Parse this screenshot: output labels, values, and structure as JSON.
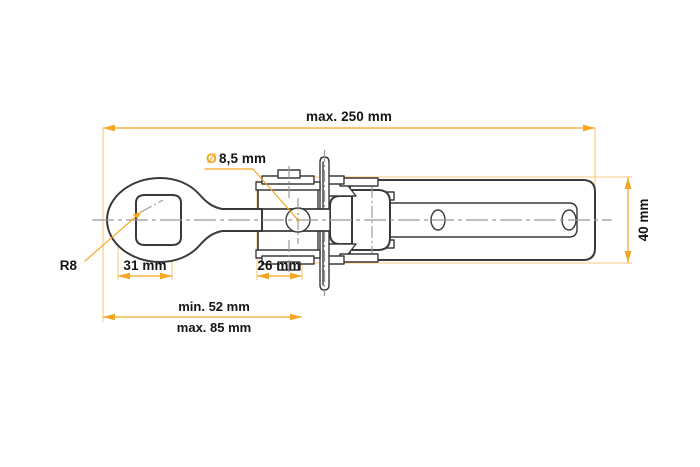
{
  "drawing": {
    "type": "technical-dimensioned-drawing",
    "subject": "adjustable drawbar / tow eye bracket assembly",
    "background_color": "#ffffff",
    "line_color": "#3a3a3a",
    "centerline_color": "#9a9a9a",
    "dimension_color": "#f5a623",
    "text_color": "#151515",
    "units": "mm"
  },
  "dimensions": {
    "overall_length": {
      "label": "max. 250 mm",
      "value": 250,
      "qualifier": "max.",
      "unit": "mm",
      "orientation": "horizontal",
      "position": "top"
    },
    "hole_diameter": {
      "symbol": "Ø",
      "label": "8,5 mm",
      "value": 8.5,
      "unit": "mm",
      "orientation": "leader",
      "position": "upper-middle"
    },
    "height": {
      "label": "40 mm",
      "value": 40,
      "unit": "mm",
      "orientation": "vertical",
      "position": "right"
    },
    "eye_width": {
      "label": "31 mm",
      "value": 31,
      "unit": "mm",
      "orientation": "horizontal",
      "position": "bottom-left"
    },
    "bracket_width": {
      "label": "26 mm",
      "value": 26,
      "unit": "mm",
      "orientation": "horizontal",
      "position": "bottom-middle"
    },
    "reach_min": {
      "label": "min. 52 mm",
      "value": 52,
      "qualifier": "min.",
      "unit": "mm",
      "orientation": "horizontal",
      "position": "bottom"
    },
    "reach_max": {
      "label": "max. 85 mm",
      "value": 85,
      "qualifier": "max.",
      "unit": "mm",
      "orientation": "horizontal",
      "position": "bottom"
    },
    "corner_radius": {
      "label": "R8",
      "value": 8,
      "unit": "mm",
      "orientation": "leader",
      "position": "left"
    }
  },
  "labels": {
    "max_250": "max. 250 mm",
    "dia_symbol": "Ø",
    "dia_value": "8,5 mm",
    "h_40": "40 mm",
    "w_31": "31 mm",
    "w_26": "26 mm",
    "min_52": "min. 52 mm",
    "max_85": "max. 85 mm",
    "r8": "R8"
  },
  "parts": [
    {
      "name": "tow-eye-loop",
      "description": "rounded eye with inner rounded-square opening"
    },
    {
      "name": "shank-rod",
      "description": "straight round bar between eye and bracket"
    },
    {
      "name": "mounting-bracket",
      "description": "U-channel with bolted flanges"
    },
    {
      "name": "vertical-plate",
      "description": "thin tall plate seen edge-on"
    },
    {
      "name": "clevis-joint",
      "description": "fork joint connecting plate to arm"
    },
    {
      "name": "slotted-arm",
      "description": "long arm with inner slot and two oval holes"
    }
  ]
}
